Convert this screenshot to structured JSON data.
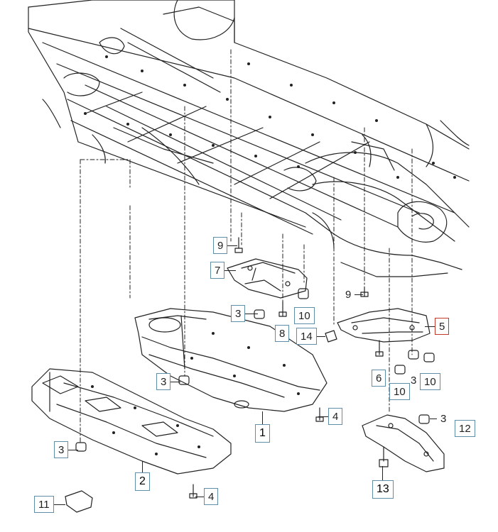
{
  "colors": {
    "line": "#222222",
    "callout_border": "#5f8fa8",
    "highlight_border": "#c0392b",
    "background": "#ffffff"
  },
  "callouts": {
    "c9a": "9",
    "c7": "7",
    "c3a": "3",
    "c10a": "10",
    "c8": "8",
    "c14": "14",
    "c9b": "9",
    "c5": "5",
    "c6": "6",
    "c3b": "3",
    "c10b": "10",
    "c10c": "10",
    "c3c": "3",
    "c4a": "4",
    "c1": "1",
    "c3d": "3",
    "c12": "12",
    "c3e": "3",
    "c2": "2",
    "c4b": "4",
    "c13": "13",
    "c11": "11"
  }
}
